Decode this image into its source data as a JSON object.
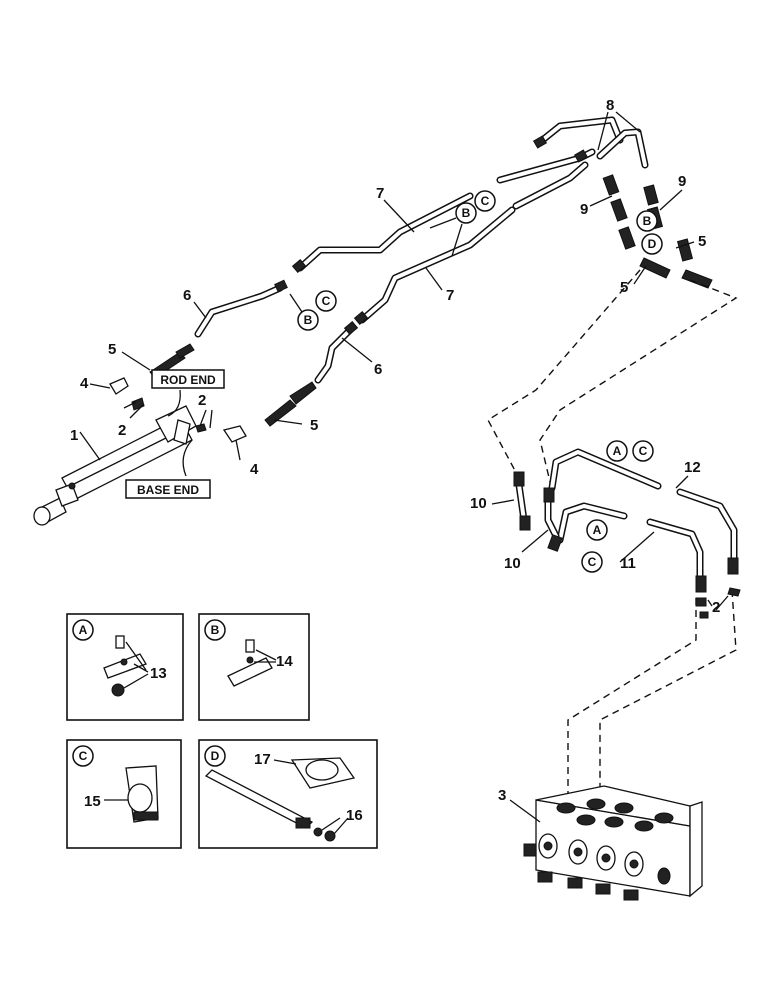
{
  "diagram": {
    "tags": {
      "rod_end": "ROD END",
      "base_end": "BASE END"
    },
    "part_numbers": {
      "n1": "1",
      "n2a": "2",
      "n2b": "2",
      "n2c": "2",
      "n3": "3",
      "n4a": "4",
      "n4b": "4",
      "n5a": "5",
      "n5b": "5",
      "n5c": "5",
      "n5d": "5",
      "n6a": "6",
      "n6b": "6",
      "n7a": "7",
      "n7b": "7",
      "n8": "8",
      "n9a": "9",
      "n9b": "9",
      "n10a": "10",
      "n10b": "10",
      "n11": "11",
      "n12": "12",
      "n13": "13",
      "n14": "14",
      "n15": "15",
      "n16": "16",
      "n17": "17"
    },
    "callouts": {
      "c_b1": "B",
      "c_c1": "C",
      "c_b2": "B",
      "c_c2": "C",
      "c_b3": "B",
      "c_d3": "D",
      "c_a4": "A",
      "c_c4": "C",
      "c_a5": "A",
      "c_c5": "C"
    },
    "detail_boxes": {
      "a": "A",
      "b": "B",
      "c": "C",
      "d": "D"
    }
  }
}
